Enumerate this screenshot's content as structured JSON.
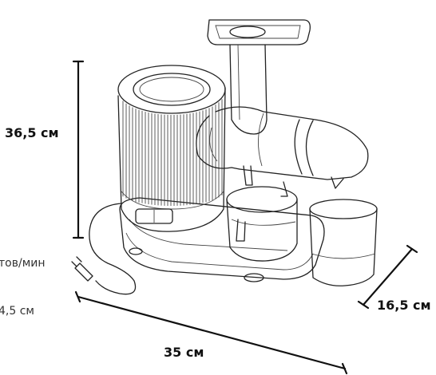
{
  "dimensions": {
    "height": "36,5 см",
    "width": "35 см",
    "depth": "16,5 см"
  },
  "side_texts": {
    "speed_fragment": "тов/мин",
    "size_fragment": "4,5 см"
  },
  "illustration": {
    "subject": "slow-juicer",
    "line_color": "#222222",
    "background_color": "#ffffff"
  }
}
